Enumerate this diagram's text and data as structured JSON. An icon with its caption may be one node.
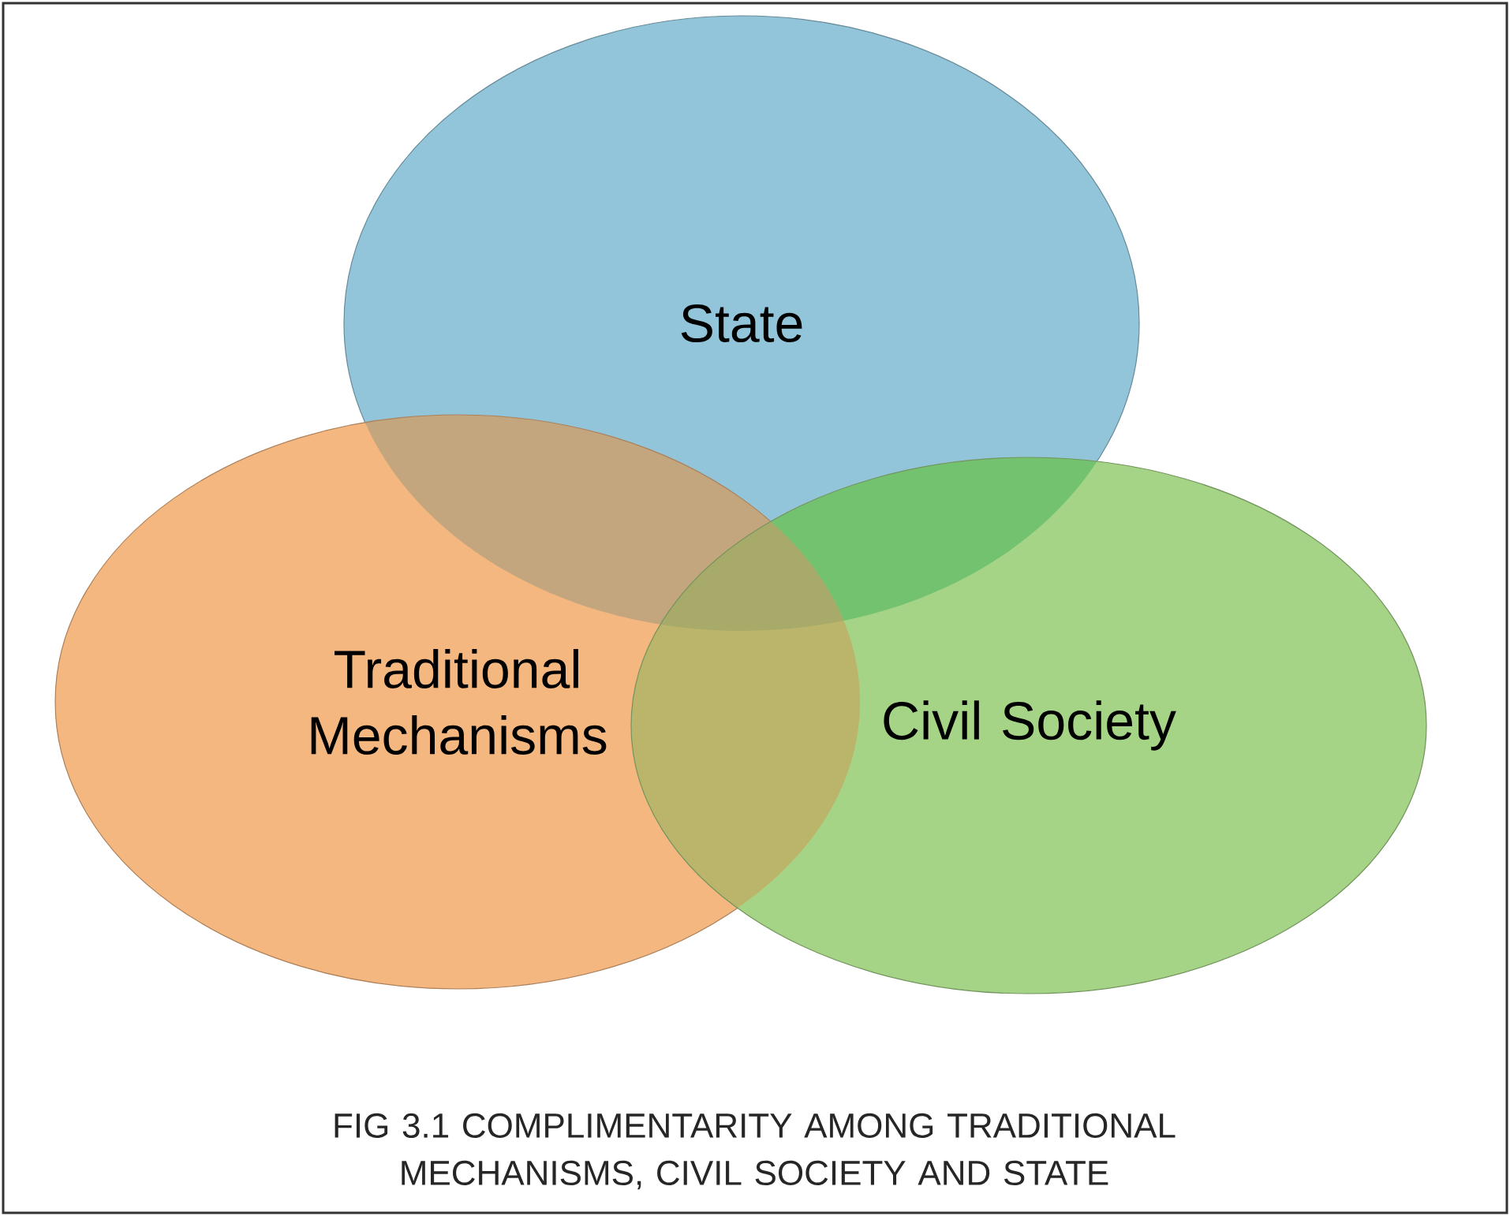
{
  "diagram": {
    "caption": "FIG 3.1 COMPLIMENTARITY AMONG TRADITIONAL MECHANISMS, CIVIL SOCIETY AND STATE",
    "nodes": [
      {
        "text": [
          "State"
        ]
      },
      {
        "text": [
          "Traditional Mechanisms"
        ]
      },
      {
        "text": [
          "Civil Society"
        ]
      }
    ]
  }
}
